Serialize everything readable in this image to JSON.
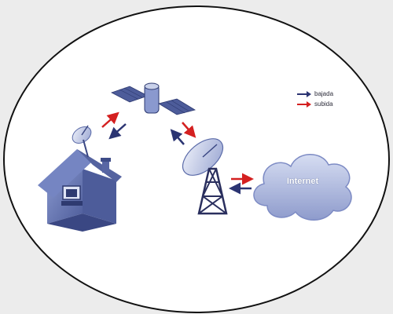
{
  "legend": {
    "items": [
      {
        "label": "bajada",
        "color": "#2b3472"
      },
      {
        "label": "subida",
        "color": "#d42020"
      }
    ]
  },
  "cloud": {
    "label": "Internet"
  },
  "colors": {
    "downlink": "#2b3472",
    "uplink": "#d42020",
    "house": "#6f7fb8",
    "house_dark": "#404f8f",
    "satellite": "#4a5a98",
    "cloud": "#b9c4e6",
    "tower": "#2a2f5e",
    "dish": "#c9d1ea"
  },
  "icons": [
    "house-icon",
    "satellite-dish-icon",
    "satellite-icon",
    "ground-station-tower-icon",
    "cloud-icon"
  ]
}
